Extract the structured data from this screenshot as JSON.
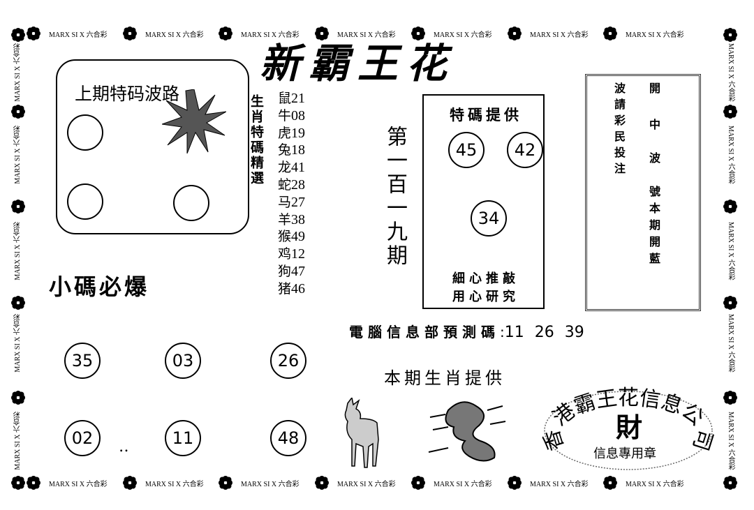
{
  "border_label": "MARX SI X 六合彩",
  "title": "新霸王花",
  "last_wave": {
    "label": "上期特码波路"
  },
  "zodiac_pick": {
    "label": "生肖特碼精選",
    "items": [
      {
        "animal": "鼠",
        "num": "21"
      },
      {
        "animal": "牛",
        "num": "08"
      },
      {
        "animal": "虎",
        "num": "19"
      },
      {
        "animal": "兔",
        "num": "18"
      },
      {
        "animal": "龙",
        "num": "41"
      },
      {
        "animal": "蛇",
        "num": "28"
      },
      {
        "animal": "马",
        "num": "27"
      },
      {
        "animal": "羊",
        "num": "38"
      },
      {
        "animal": "猴",
        "num": "49"
      },
      {
        "animal": "鸡",
        "num": "12"
      },
      {
        "animal": "狗",
        "num": "47"
      },
      {
        "animal": "猪",
        "num": "46"
      }
    ]
  },
  "small_codes": {
    "label": "小碼必爆",
    "numbers": [
      "35",
      "03",
      "26",
      "02",
      "11",
      "48"
    ],
    "dots": "‥"
  },
  "issue": "第一百一九期",
  "special": {
    "title": "特碼提供",
    "numbers": [
      "45",
      "42",
      "34"
    ],
    "line1": "細心推敲",
    "line2": "用心研究"
  },
  "notice": {
    "col1": "波請彩民投注",
    "col2a": "開",
    "col2b": "中",
    "col2c": "波",
    "col2d": "號本期開藍"
  },
  "computer_pred": {
    "label": "電腦信息部預測碼",
    "sep": ":",
    "numbers": "11 26 39"
  },
  "zodiac_provided": {
    "label": "本期生肖提供",
    "icons": [
      "goat-icon",
      "dragon-icon"
    ]
  },
  "stamp": {
    "ring": "香港霸王花信息公司",
    "center": "財",
    "bottom": "信息專用章"
  }
}
